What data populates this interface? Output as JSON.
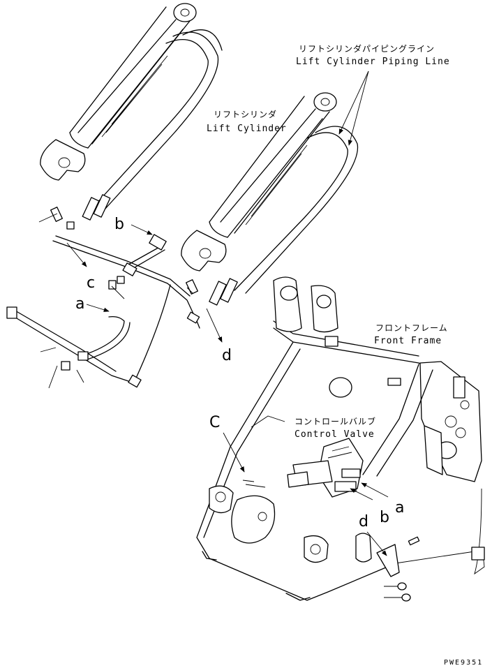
{
  "labels": {
    "lift_cylinder_piping_line_jp": "リフトシリンダパイピングライン",
    "lift_cylinder_piping_line_en": "Lift Cylinder Piping Line",
    "lift_cylinder_jp": "リフトシリンダ",
    "lift_cylinder_en": "Lift Cylinder",
    "front_frame_jp": "フロントフレーム",
    "front_frame_en": "Front Frame",
    "control_valve_jp": "コントロールバルブ",
    "control_valve_en": "Control Valve"
  },
  "markers": {
    "a_left": "a",
    "b_left": "b",
    "c_left": "c",
    "d_left": "d",
    "c_right": "C",
    "a_right": "a",
    "b_right": "b",
    "d_right": "d"
  },
  "drawing_code": "PWE9351"
}
